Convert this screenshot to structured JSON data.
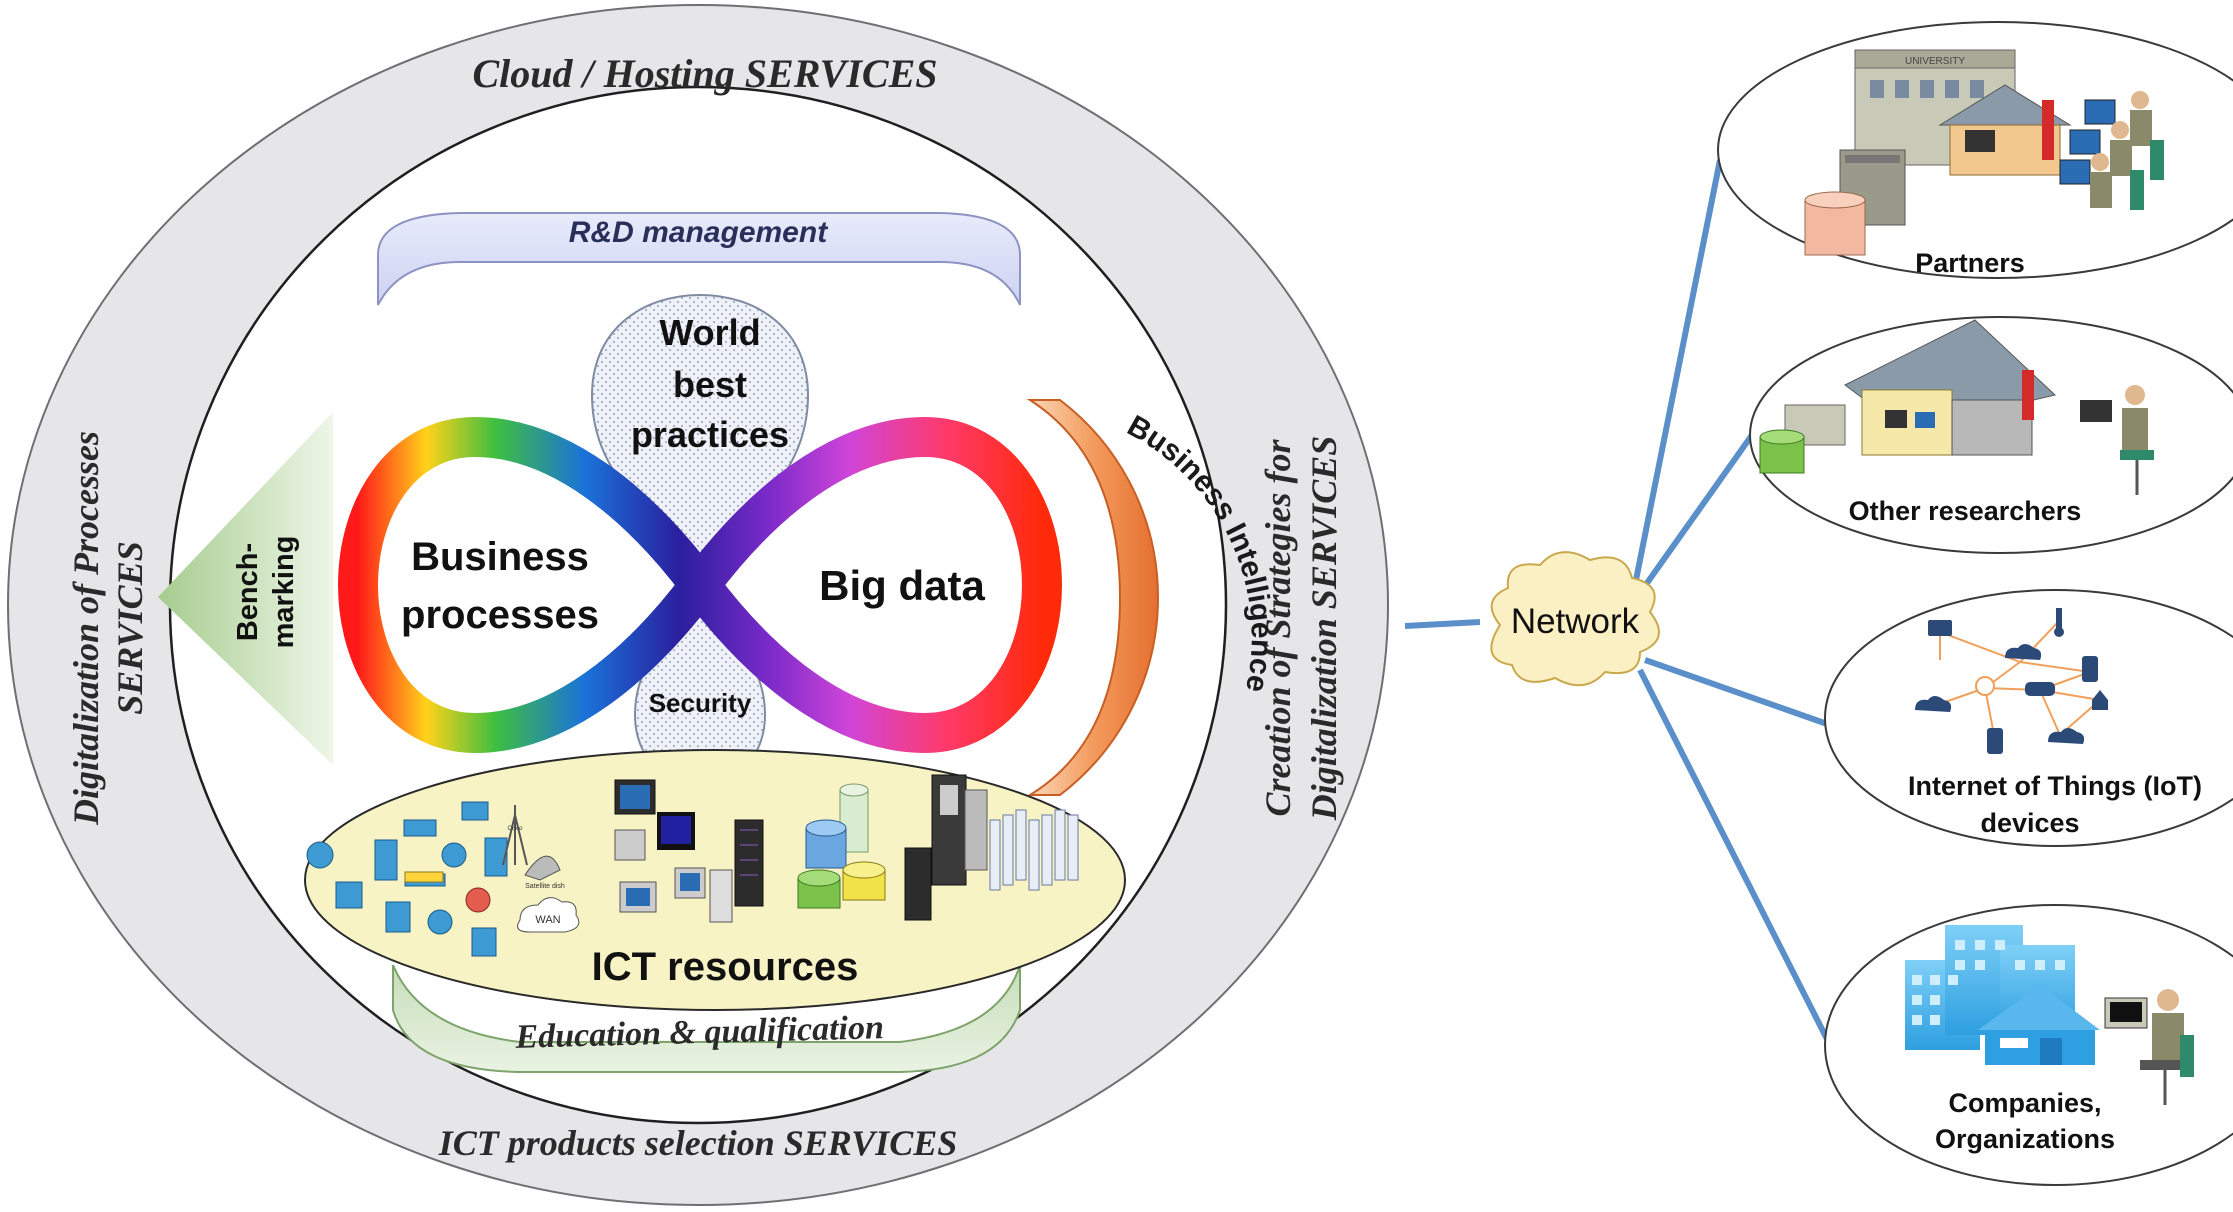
{
  "outer_ring": {
    "top": "Cloud / Hosting SERVICES",
    "bottom": "ICT products selection SERVICES",
    "left_line1": "Digitalization of Processes",
    "left_line2": "SERVICES",
    "right_line1": "Creation of Strategies for",
    "right_line2": "Digitalization SERVICES"
  },
  "inner": {
    "rd_management": "R&D management",
    "education": "Education & qualification",
    "world_best_practices": [
      "World",
      "best",
      "practices"
    ],
    "security": "Security",
    "business_processes": [
      "Business",
      "processes"
    ],
    "big_data": "Big data",
    "benchmarking": [
      "Bench-",
      "marking"
    ],
    "business_intelligence": "Business Intelligence",
    "ict_resources": "ICT resources",
    "satellite_dish": "Satellite dish",
    "wan": "WAN",
    "cisco_label": "Cisco"
  },
  "network": {
    "label": "Network"
  },
  "nodes": {
    "partners": {
      "label": "Partners",
      "sign": "UNIVERSITY"
    },
    "other_researchers": {
      "label": "Other researchers"
    },
    "iot": {
      "label_line1": "Internet of Things (IoT)",
      "label_line2": "devices"
    },
    "companies": {
      "label_line1": "Companies,",
      "label_line2": "Organizations"
    }
  },
  "colors": {
    "outer_ring": "#e6e5e7",
    "rd_band": "#dfe2f6",
    "education_band": "#d6e6cc",
    "benchmark": "#a9cc94",
    "business_intelligence": "#ef8a4e",
    "ict_ellipse": "#f7f3c4",
    "connector": "#5b8fc9",
    "cloud": "#fbefc4"
  }
}
